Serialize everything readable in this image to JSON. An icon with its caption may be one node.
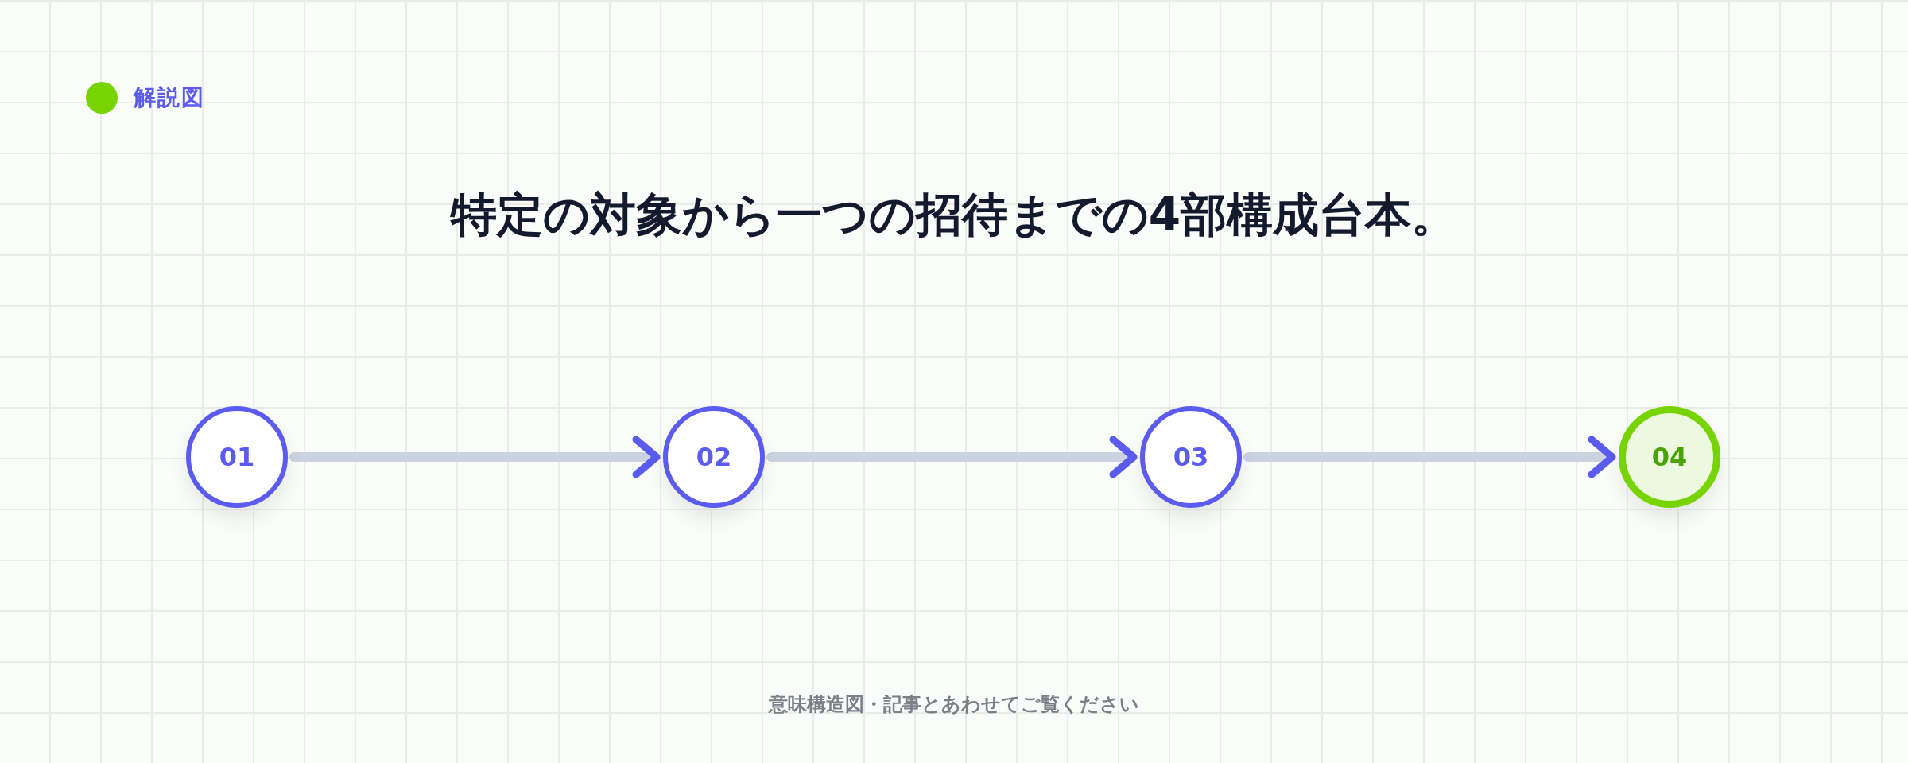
{
  "diagram": {
    "title": "特定の対象から一つの招待までの4部構成台本。",
    "nodes": [
      {
        "text": [
          "01"
        ]
      },
      {
        "text": [
          "02"
        ]
      },
      {
        "text": [
          "03"
        ]
      },
      {
        "text": [
          "04"
        ]
      }
    ],
    "edges": [
      {
        "from": 0,
        "to": 1,
        "arrow": "to"
      },
      {
        "from": 1,
        "to": 2,
        "arrow": "to"
      },
      {
        "from": 2,
        "to": 3,
        "arrow": "to"
      }
    ],
    "labels": [
      "解説図",
      "意味構造図・記事とあわせてご覧ください"
    ]
  }
}
